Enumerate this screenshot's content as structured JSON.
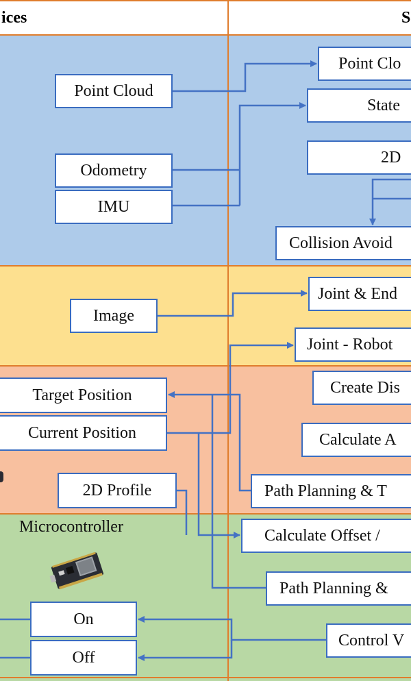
{
  "header": {
    "left": "ices",
    "right": "S"
  },
  "zones": {
    "blue": {
      "color": "#aecbea"
    },
    "yellow": {
      "color": "#fde08f"
    },
    "salmon": {
      "color": "#f8c09f"
    },
    "green": {
      "color": "#b8d8a4"
    }
  },
  "colors": {
    "divider": "#e07d2d",
    "wire": "#4472c4",
    "box_border": "#3a6cc0"
  },
  "inputs": {
    "point_cloud": "Point Cloud",
    "odometry": "Odometry",
    "imu": "IMU",
    "image": "Image",
    "target_position": "Target Position",
    "current_position": "Current Position",
    "profile_2d": "2D Profile",
    "microcontroller": "Microcontroller",
    "on": "On",
    "off": "Off"
  },
  "services": {
    "point_cloud": "Point Clo",
    "state": "State",
    "profile_2d": "2D",
    "collision": "Collision Avoid",
    "joint_end": "Joint & End",
    "joint_robot": "Joint - Robot",
    "create_dis": "Create Dis",
    "calculate_a": "Calculate A",
    "path_planning_t": "Path Planning & T",
    "calculate_offset": "Calculate Offset /",
    "path_planning_amp": "Path Planning &",
    "control_v": "Control V"
  }
}
